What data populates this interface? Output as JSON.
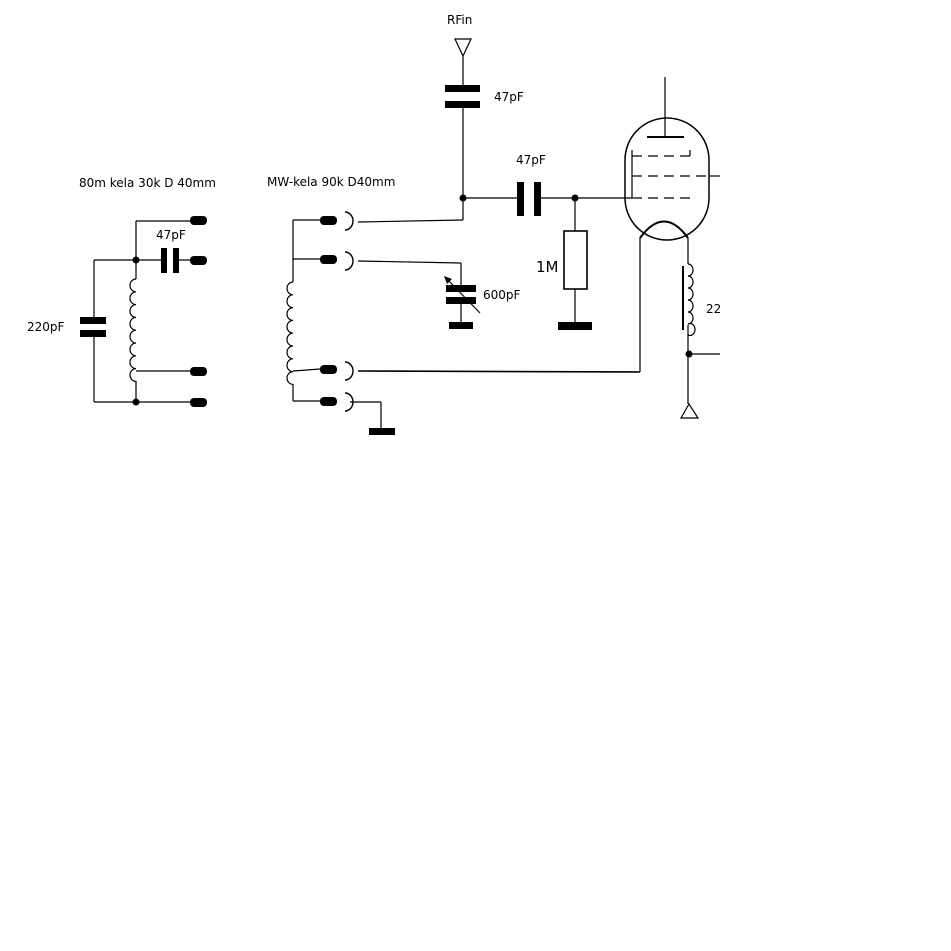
{
  "labels": {
    "rf_in": "RFin",
    "cap_input": "47pF",
    "cap_grid": "47pF",
    "resistor_grid": "1M",
    "cap_variable": "600pF",
    "coil_80m_title": "80m kela 30k D 40mm",
    "coil_80m_cap_series": "47pF",
    "coil_80m_cap_parallel": "220pF",
    "coil_mw_title": "MW-kela 90k D40mm",
    "choke_value": "22"
  },
  "colors": {
    "ink": "#000000",
    "background": "#ffffff"
  }
}
